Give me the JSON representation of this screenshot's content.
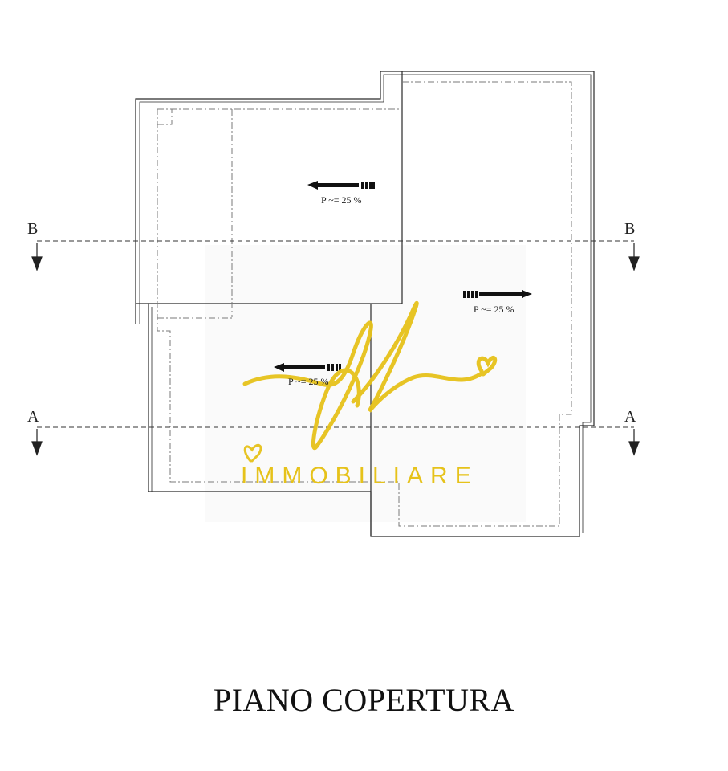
{
  "drawing": {
    "title": "PIANO COPERTURA",
    "sections": {
      "b_left": "B",
      "b_right": "B",
      "a_left": "A",
      "a_right": "A"
    },
    "slopes": [
      {
        "label": "P ~= 25 %",
        "direction": "left"
      },
      {
        "label": "P ~= 25 %",
        "direction": "right"
      },
      {
        "label": "P ~= 25 %",
        "direction": "left"
      }
    ]
  },
  "watermark": {
    "text": "IMMOBILIARE",
    "logo": "fl",
    "color": "#e6c21a"
  },
  "colors": {
    "line": "#2a2a2a",
    "dash": "#7a7a7a",
    "accent": "#e6c21a"
  }
}
